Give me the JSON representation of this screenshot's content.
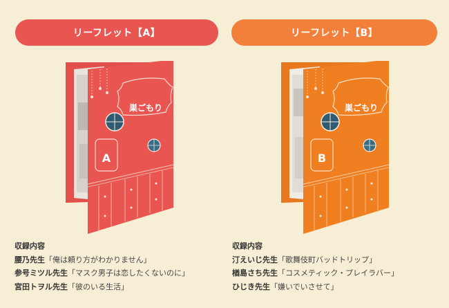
{
  "leaflets": [
    {
      "id": "A",
      "button_label": "リーフレット【A】",
      "color": "#e95651",
      "cover": {
        "title": "巣ごもり",
        "badge_letter": "A"
      },
      "credits": {
        "heading": "収録内容",
        "items": [
          {
            "author": "腰乃先生",
            "title": "「俺は頼り方がわかりません」"
          },
          {
            "author": "参号ミツル先生",
            "title": "「マスク男子は恋したくないのに」"
          },
          {
            "author": "宮田トヲル先生",
            "title": "「彼のいる生活」"
          }
        ]
      }
    },
    {
      "id": "B",
      "button_label": "リーフレット【B】",
      "color": "#f2803a",
      "cover": {
        "title": "巣ごもり",
        "badge_letter": "B"
      },
      "credits": {
        "heading": "収録内容",
        "items": [
          {
            "author": "汀えいじ先生",
            "title": "「歌舞伎町バッドトリップ」"
          },
          {
            "author": "楢島さち先生",
            "title": "「コスメティック・プレイラバー」"
          },
          {
            "author": "ひじき先生",
            "title": "「嫌いでいさせて」"
          }
        ]
      }
    }
  ]
}
